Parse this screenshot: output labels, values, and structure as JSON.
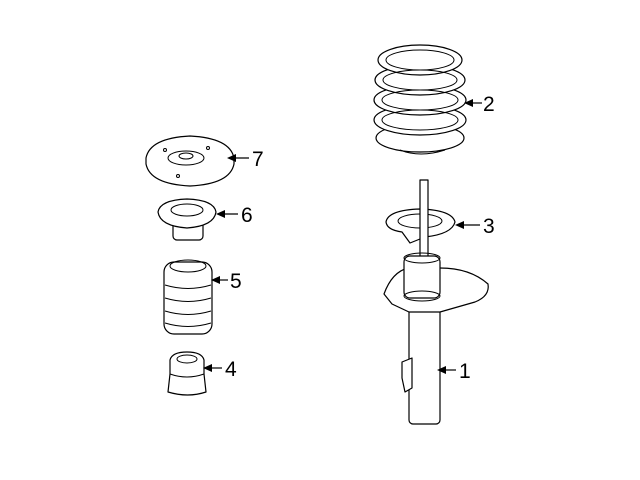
{
  "diagram": {
    "parts": [
      {
        "number": "1",
        "name": "strut-assembly"
      },
      {
        "number": "2",
        "name": "coil-spring"
      },
      {
        "number": "3",
        "name": "spring-seat"
      },
      {
        "number": "4",
        "name": "bump-stop"
      },
      {
        "number": "5",
        "name": "dust-boot"
      },
      {
        "number": "6",
        "name": "strut-bearing"
      },
      {
        "number": "7",
        "name": "strut-mount"
      }
    ],
    "line_color": "#000000",
    "background": "#ffffff"
  }
}
